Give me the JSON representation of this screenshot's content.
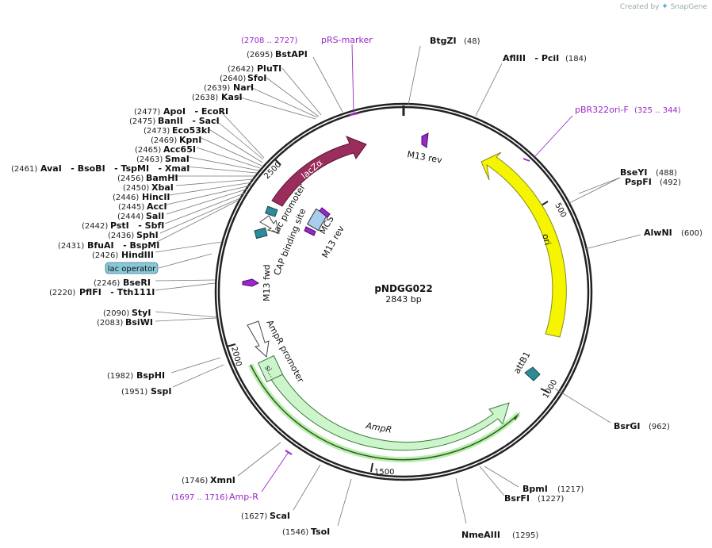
{
  "credit": {
    "prefix": "Created by",
    "brand": "SnapGene"
  },
  "plasmid": {
    "name": "pNDGG022",
    "length_label": "2843 bp"
  },
  "ticks": [
    {
      "label": "500"
    },
    {
      "label": "1000"
    },
    {
      "label": "1500"
    },
    {
      "label": "2000"
    },
    {
      "label": "2500"
    }
  ],
  "enzymes": [
    {
      "name": "BtgZI",
      "pos": "(48)"
    },
    {
      "name": "AflIII   - PciI",
      "pos": "(184)"
    },
    {
      "name": "BseYI",
      "pos": "(488)"
    },
    {
      "name": "PspFI",
      "pos": "(492)"
    },
    {
      "name": "AlwNI",
      "pos": "(600)"
    },
    {
      "name": "BsrGI",
      "pos": "(962)"
    },
    {
      "name": "BpmI",
      "pos": "(1217)"
    },
    {
      "name": "BsrFI",
      "pos": "(1227)"
    },
    {
      "name": "NmeAIII",
      "pos": "(1295)"
    },
    {
      "name": "TsoI",
      "pos": "(1546)"
    },
    {
      "name": "ScaI",
      "pos": "(1627)"
    },
    {
      "name": "XmnI",
      "pos": "(1746)"
    },
    {
      "name": "SspI",
      "pos": "(1951)"
    },
    {
      "name": "BspHI",
      "pos": "(1982)"
    },
    {
      "name": "BsiWI",
      "pos": "(2083)"
    },
    {
      "name": "StyI",
      "pos": "(2090)"
    },
    {
      "name": "PflFI   - Tth111I",
      "pos": "(2220)"
    },
    {
      "name": "BseRI",
      "pos": "(2246)"
    },
    {
      "name": "HindIII",
      "pos": "(2426)"
    },
    {
      "name": "BfuAI   - BspMI",
      "pos": "(2431)"
    },
    {
      "name": "SphI",
      "pos": "(2436)"
    },
    {
      "name": "PstI   - SbfI",
      "pos": "(2442)"
    },
    {
      "name": "SalI",
      "pos": "(2444)"
    },
    {
      "name": "AccI",
      "pos": "(2445)"
    },
    {
      "name": "HincII",
      "pos": "(2446)"
    },
    {
      "name": "XbaI",
      "pos": "(2450)"
    },
    {
      "name": "BamHI",
      "pos": "(2456)"
    },
    {
      "name": "AvaI   - BsoBI   - TspMI   - XmaI",
      "pos": "(2461)"
    },
    {
      "name": "SmaI",
      "pos": "(2463)"
    },
    {
      "name": "Acc65I",
      "pos": "(2465)"
    },
    {
      "name": "KpnI",
      "pos": "(2469)"
    },
    {
      "name": "Eco53kI",
      "pos": "(2473)"
    },
    {
      "name": "BanII   - SacI",
      "pos": "(2475)"
    },
    {
      "name": "ApoI   - EcoRI",
      "pos": "(2477)"
    },
    {
      "name": "KasI",
      "pos": "(2638)"
    },
    {
      "name": "NarI",
      "pos": "(2639)"
    },
    {
      "name": "SfoI",
      "pos": "(2640)"
    },
    {
      "name": "PluTI",
      "pos": "(2642)"
    },
    {
      "name": "BstAPI",
      "pos": "(2695)"
    }
  ],
  "primers": [
    {
      "name": "pRS-marker",
      "range": "(2708 .. 2727)"
    },
    {
      "name": "pBR322ori-F",
      "range": "(325 .. 344)"
    },
    {
      "name": "Amp-R",
      "range": "(1697 .. 1716)"
    }
  ],
  "features": {
    "lacZa": "lacZα",
    "ori": "ori",
    "ampr": "AmpR",
    "ampr_promoter": "AmpR promoter",
    "lac_promoter": "lac promoter",
    "cap_site": "CAP binding site",
    "mcs": "MCS",
    "m13rev_inner": "M13 rev",
    "m13rev_top": "M13 rev",
    "m13fwd": "M13 fwd",
    "attb1": "attB1",
    "signal": "si...",
    "lac_operator": "lac operator"
  },
  "colors": {
    "backbone": "#222222",
    "lacza": "#9a2d5c",
    "ori": "#f5f500",
    "ampr": "#ccf5cc",
    "primer": "#9b27c9",
    "lac_operator": "#88c8d8",
    "teal": "#2f8a98",
    "mcs": "#a9cdee"
  }
}
